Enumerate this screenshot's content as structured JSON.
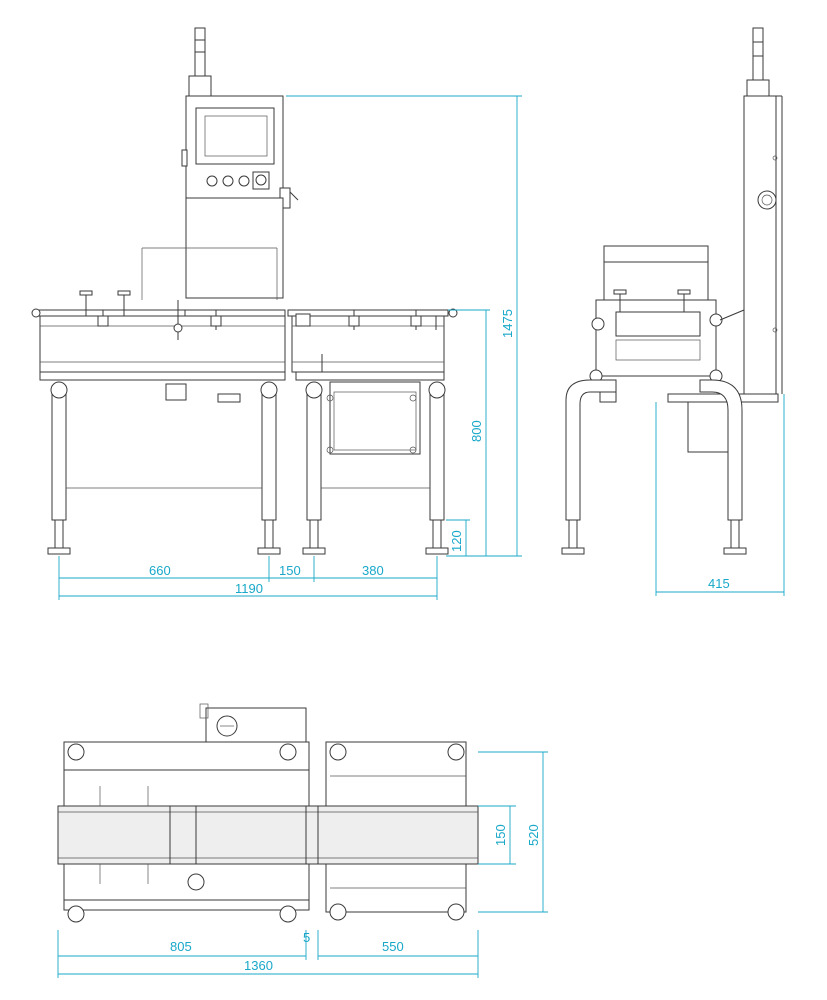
{
  "dimensions": {
    "front": {
      "left_conveyor": "660",
      "gap": "150",
      "right_conveyor": "380",
      "total_length": "1190",
      "foot_height": "120",
      "conveyor_height": "800",
      "total_height": "1475"
    },
    "side": {
      "depth": "415"
    },
    "top": {
      "left_conveyor": "805",
      "gap": "5",
      "right_conveyor": "550",
      "total_length": "1360",
      "belt_width": "150",
      "total_width": "520"
    }
  },
  "colors": {
    "dimension": "#19a8c9",
    "line": "#3a3a3a"
  }
}
